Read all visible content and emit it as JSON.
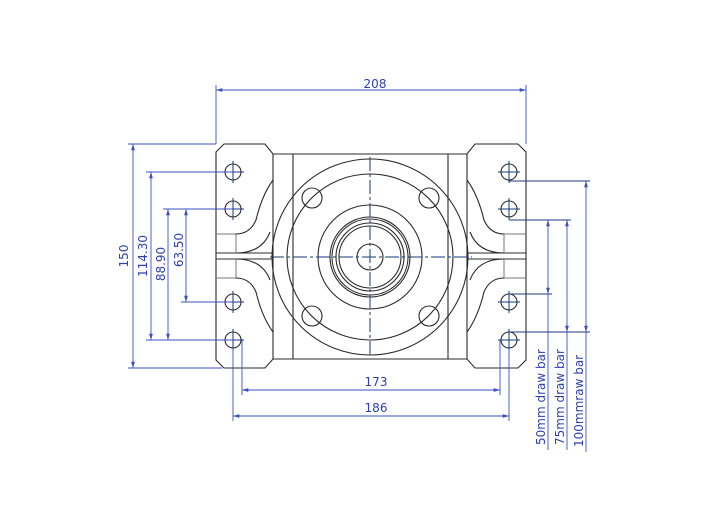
{
  "colors": {
    "dimension": "#3a4fc4",
    "centerline": "#143a78",
    "outline": "#2b2b2b"
  },
  "dimensions": {
    "overall_width": "208",
    "overall_height": "150",
    "hole_span_outer_vertical": "114.30",
    "hole_span_mid_vertical": "88.90",
    "hole_span_inner_vertical": "63.50",
    "hole_span_inner_horizontal": "173",
    "hole_span_outer_horizontal": "186"
  },
  "draw_bar_labels": [
    "50mm draw bar",
    "75mm draw bar",
    "100mmraw bar"
  ]
}
